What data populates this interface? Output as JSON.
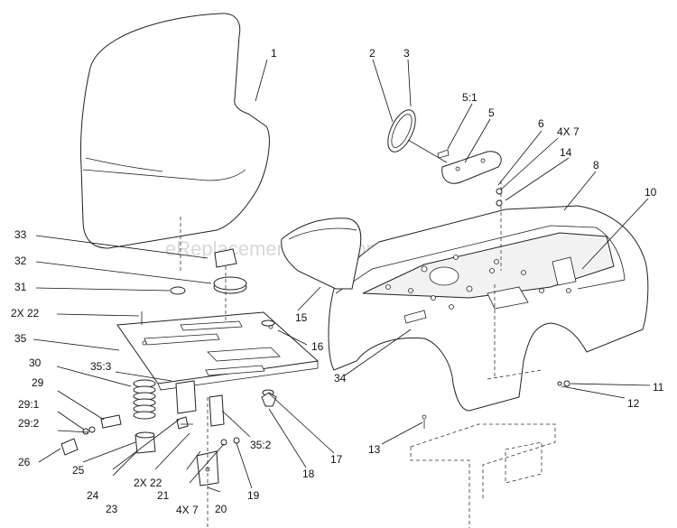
{
  "watermark": "eReplacementParts.com",
  "callouts": {
    "c1": "1",
    "c2": "2",
    "c3": "3",
    "c5_1": "5:1",
    "c5": "5",
    "c6": "6",
    "c4x7_top": "4X 7",
    "c14": "14",
    "c8": "8",
    "c10": "10",
    "c33": "33",
    "c32": "32",
    "c31": "31",
    "c2x22_left": "2X 22",
    "c35": "35",
    "c15": "15",
    "c16": "16",
    "c34": "34",
    "c30": "30",
    "c35_3": "35:3",
    "c29": "29",
    "c29_1": "29:1",
    "c29_2": "29:2",
    "c26": "26",
    "c25": "25",
    "c24": "24",
    "c23": "23",
    "c2x22_bottom": "2X 22",
    "c21": "21",
    "c4x7_bottom": "4X 7",
    "c20": "20",
    "c19": "19",
    "c35_2": "35:2",
    "c18": "18",
    "c17": "17",
    "c11": "11",
    "c12": "12",
    "c13": "13"
  }
}
